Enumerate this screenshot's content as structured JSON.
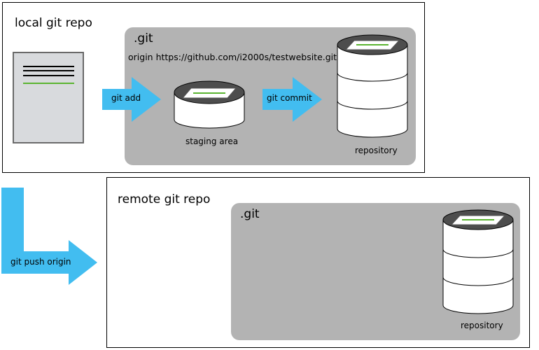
{
  "local": {
    "title": "local git repo",
    "git_label": ".git",
    "origin": "origin https://github.com/i2000s/testwebsite.git",
    "staging_label": "staging area",
    "repository_label": "repository",
    "add_label": "git add",
    "commit_label": "git commit"
  },
  "remote": {
    "title": "remote git repo",
    "git_label": ".git",
    "repository_label": "repository"
  },
  "push_label": "git push origin",
  "colors": {
    "arrow": "#42bdf0",
    "panel": "#b3b3b3",
    "document": "#d8dadd",
    "accent_line": "#5ab430"
  }
}
